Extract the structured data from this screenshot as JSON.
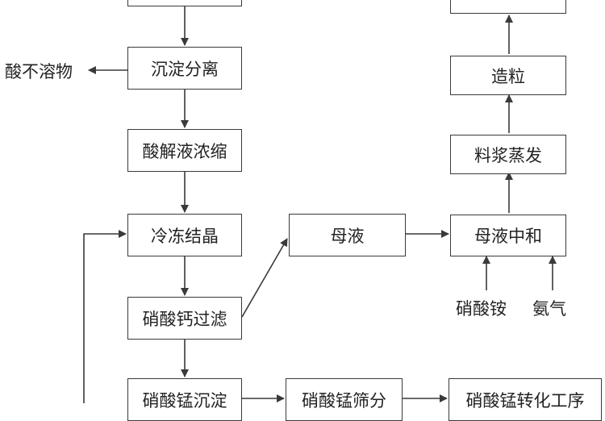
{
  "diagram": {
    "nodes": {
      "top_left": "",
      "top_right": "",
      "sedimentation": "沉淀分离",
      "acid_concentrate": "酸解液浓缩",
      "freeze_crystal": "冷冻结晶",
      "calcium_filter": "硝酸钙过滤",
      "mn_precipitate": "硝酸锰沉淀",
      "mn_screen": "硝酸锰筛分",
      "mn_convert": "硝酸锰转化工序",
      "mother_liquor": "母液",
      "neutralize": "母液中和",
      "slurry_evap": "料浆蒸发",
      "granulate": "造粒"
    },
    "labels": {
      "acid_insoluble": "酸不溶物",
      "ammonium_nitrate": "硝酸铵",
      "ammonia": "氨气"
    },
    "colors": {
      "line": "#3a3a3a",
      "text": "#222222"
    }
  }
}
